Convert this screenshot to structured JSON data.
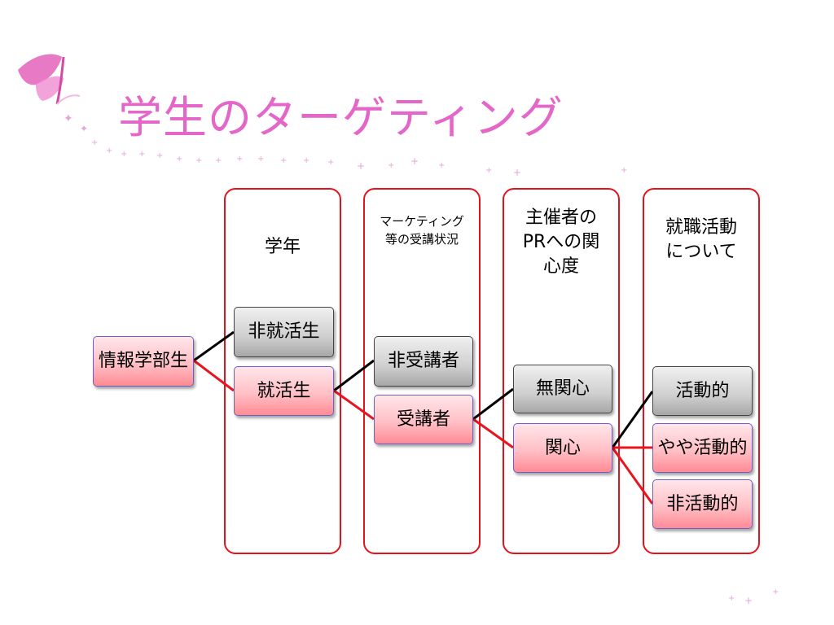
{
  "title": "学生のターゲティング",
  "colors": {
    "title": "#e466c8",
    "border": "#e0141e",
    "highlight": "#e8141e",
    "inactive": "#000000"
  },
  "decoration": {
    "icon": "butterfly-icon"
  },
  "columns": [
    {
      "title": "学年"
    },
    {
      "title": "マーケティング等の受講状況"
    },
    {
      "title": "主催者のPRへの関心度"
    },
    {
      "title": "就職活動について"
    }
  ],
  "root": {
    "label": "情報学部生"
  },
  "nodes": {
    "non_job_hunting": "非就活生",
    "job_hunting": "就活生",
    "non_attendee": "非受講者",
    "attendee": "受講者",
    "uninterested": "無関心",
    "interested": "関心",
    "active": "活動的",
    "somewhat_active": "やや活動的",
    "inactive": "非活動的"
  }
}
